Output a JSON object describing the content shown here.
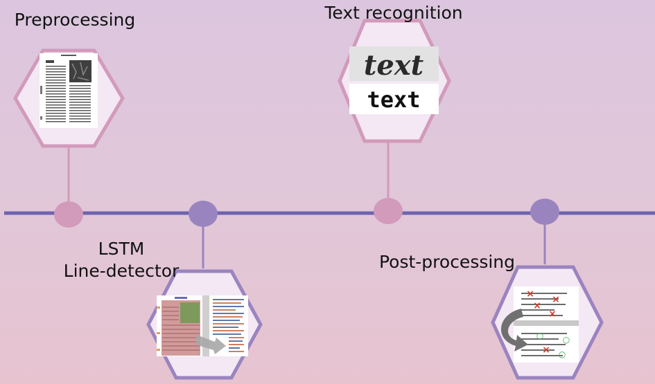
{
  "stages": [
    {
      "label": "Preprocessing",
      "color": "#d29abb"
    },
    {
      "label": [
        "LSTM",
        "Line-detector"
      ],
      "color": "#9a84c0"
    },
    {
      "label": "Text recognition",
      "color": "#d29abb"
    },
    {
      "label": "Post-processing",
      "color": "#9a84c0"
    }
  ],
  "timeline_color": "#6e63ae",
  "text_recognition_image": {
    "top": "text",
    "bottom": "text"
  },
  "postprocessing_marks": {
    "wrong": "×",
    "right": "○"
  }
}
